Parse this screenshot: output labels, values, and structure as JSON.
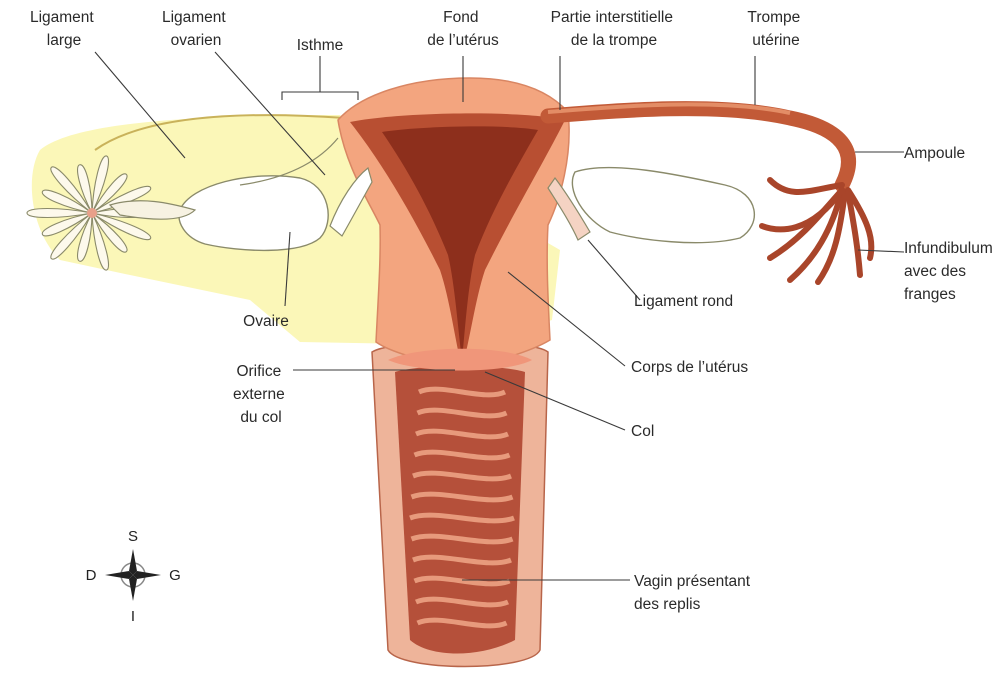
{
  "labels": {
    "ligament_large": [
      "Ligament",
      "large"
    ],
    "ligament_ovarien": [
      "Ligament",
      "ovarien"
    ],
    "isthme": "Isthme",
    "fond": [
      "Fond",
      "de l’utérus"
    ],
    "partie_interstitielle": [
      "Partie interstitielle",
      "de la trompe"
    ],
    "trompe": [
      "Trompe",
      "utérine"
    ],
    "ampoule": "Ampoule",
    "infundibulum": [
      "Infundibulum",
      "avec des",
      "franges"
    ],
    "ligament_rond": "Ligament rond",
    "corps": "Corps de l’utérus",
    "col": "Col",
    "vagin": [
      "Vagin présentant",
      "des replis"
    ],
    "ovaire": "Ovaire",
    "orifice": [
      "Orifice",
      "externe",
      "du col"
    ]
  },
  "compass": {
    "north": "S",
    "south": "I",
    "west": "D",
    "east": "G"
  },
  "colors": {
    "ligament": "#fbf7b8",
    "uterus_outer": "#f3a57f",
    "uterus_cavity": "#9e3b22",
    "tube": "#c25a37",
    "vagina": "#eeb49a",
    "folds": "#a84a33"
  }
}
